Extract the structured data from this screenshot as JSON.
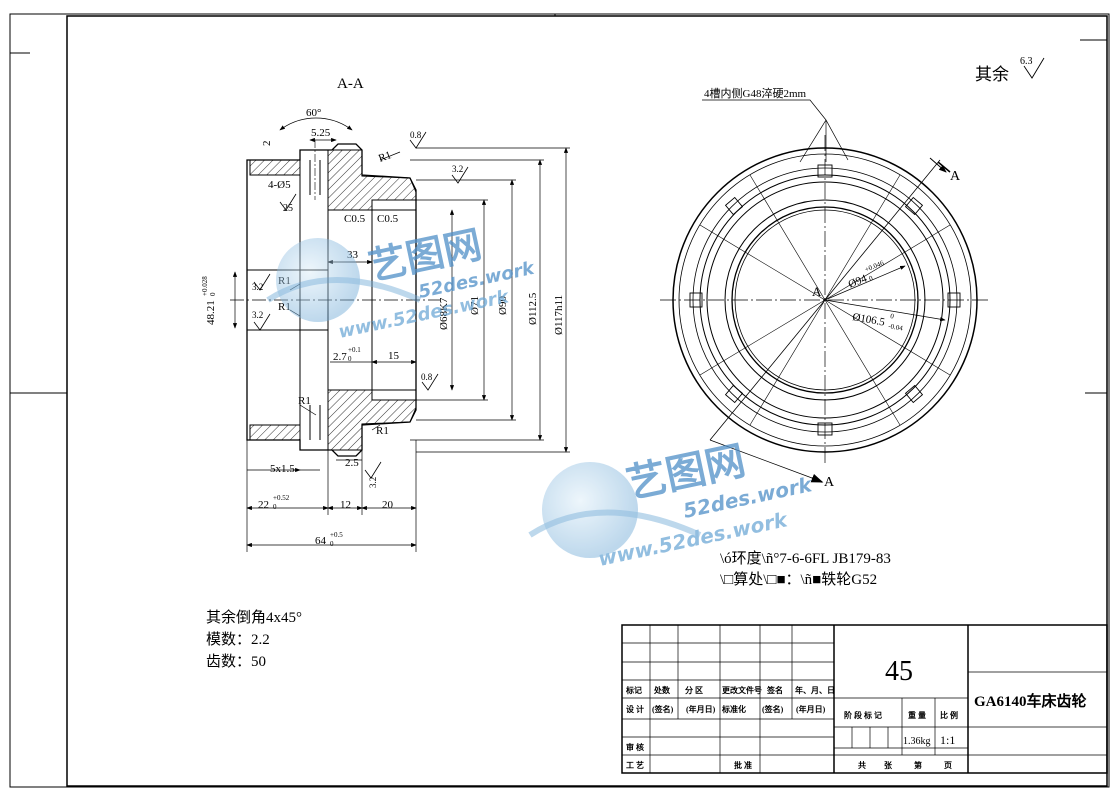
{
  "view": {
    "section_title": "A-A",
    "section_mark": "A",
    "hardness_note": "4槽内侧G48淬硬2mm",
    "surface_rest_label": "其余",
    "surface_rest_value": "6.3",
    "center_mark": "A"
  },
  "dimensions": {
    "angle": "60°",
    "d2": "2",
    "d525": "5.25",
    "holes": "4-Ø5",
    "depth25": "25",
    "r1_top": "R1",
    "r1_left_top": "R1",
    "r1_left_bottom": "R1",
    "r1_bottom_left": "R1",
    "r1_bottom_right": "R1",
    "c05_a": "C0.5",
    "c05_b": "C0.5",
    "d33": "33",
    "d15": "15",
    "d27": "2.7",
    "d27_tol": "+0.1",
    "d27_tol0": "0",
    "bore_left": "48.21",
    "bore_left_tol": "+0.028",
    "bore_left_tol0": "0",
    "dia68": "Ø68K7",
    "dia71": "Ø71",
    "dia90": "Ø90",
    "dia1125": "Ø112.5",
    "dia117": "Ø117h11",
    "groove": "5x1.5",
    "d25": "2.5",
    "d22": "22",
    "d22_tol": "+0.52",
    "d22_tol0": "0",
    "d12": "12",
    "d20": "20",
    "d64": "64",
    "d64_tol": "+0.5",
    "d64_tol0": "0",
    "dia94": "Ø94",
    "dia94_tol": "+0.046",
    "dia94_tol0": "0",
    "dia1065": "Ø106.5",
    "dia1065_tol0": "0",
    "dia1065_tol": "-0.04"
  },
  "roughness": {
    "r08_top": "0.8",
    "r32_top": "3.2",
    "r32_left_a": "3.2",
    "r32_left_b": "3.2",
    "r08_mid": "0.8",
    "r32_bottom": "3.2"
  },
  "notes": {
    "accuracy": "\\ó环度\\ñ°7-6-6FL    JB179-83",
    "material": "\\□算处\\□■：\\ñ■轶轮G52",
    "chamfer": "其余倒角4x45°",
    "module": "模数：2.2",
    "teeth": "齿数：50"
  },
  "title_block": {
    "material": "45",
    "part_name": "GA6140车床齿轮",
    "r1": [
      "标记",
      "处数",
      "分 区",
      "更改文件号",
      "签名",
      "年、月、日"
    ],
    "r2": [
      "设 计",
      "(签名)",
      "(年月日)",
      "标准化",
      "(签名)",
      "(年月日)"
    ],
    "stage_headers": [
      "阶 段 标 记",
      "重 量",
      "比 例"
    ],
    "weight": "1.36kg",
    "scale": "1:1",
    "review": "审 核",
    "process": "工 艺",
    "approve": "批 准",
    "sheets": [
      "共",
      "张",
      "第",
      "页"
    ]
  },
  "watermark": {
    "brand": "艺图网",
    "site1": "52des.work",
    "site2": "www.52des.work"
  }
}
